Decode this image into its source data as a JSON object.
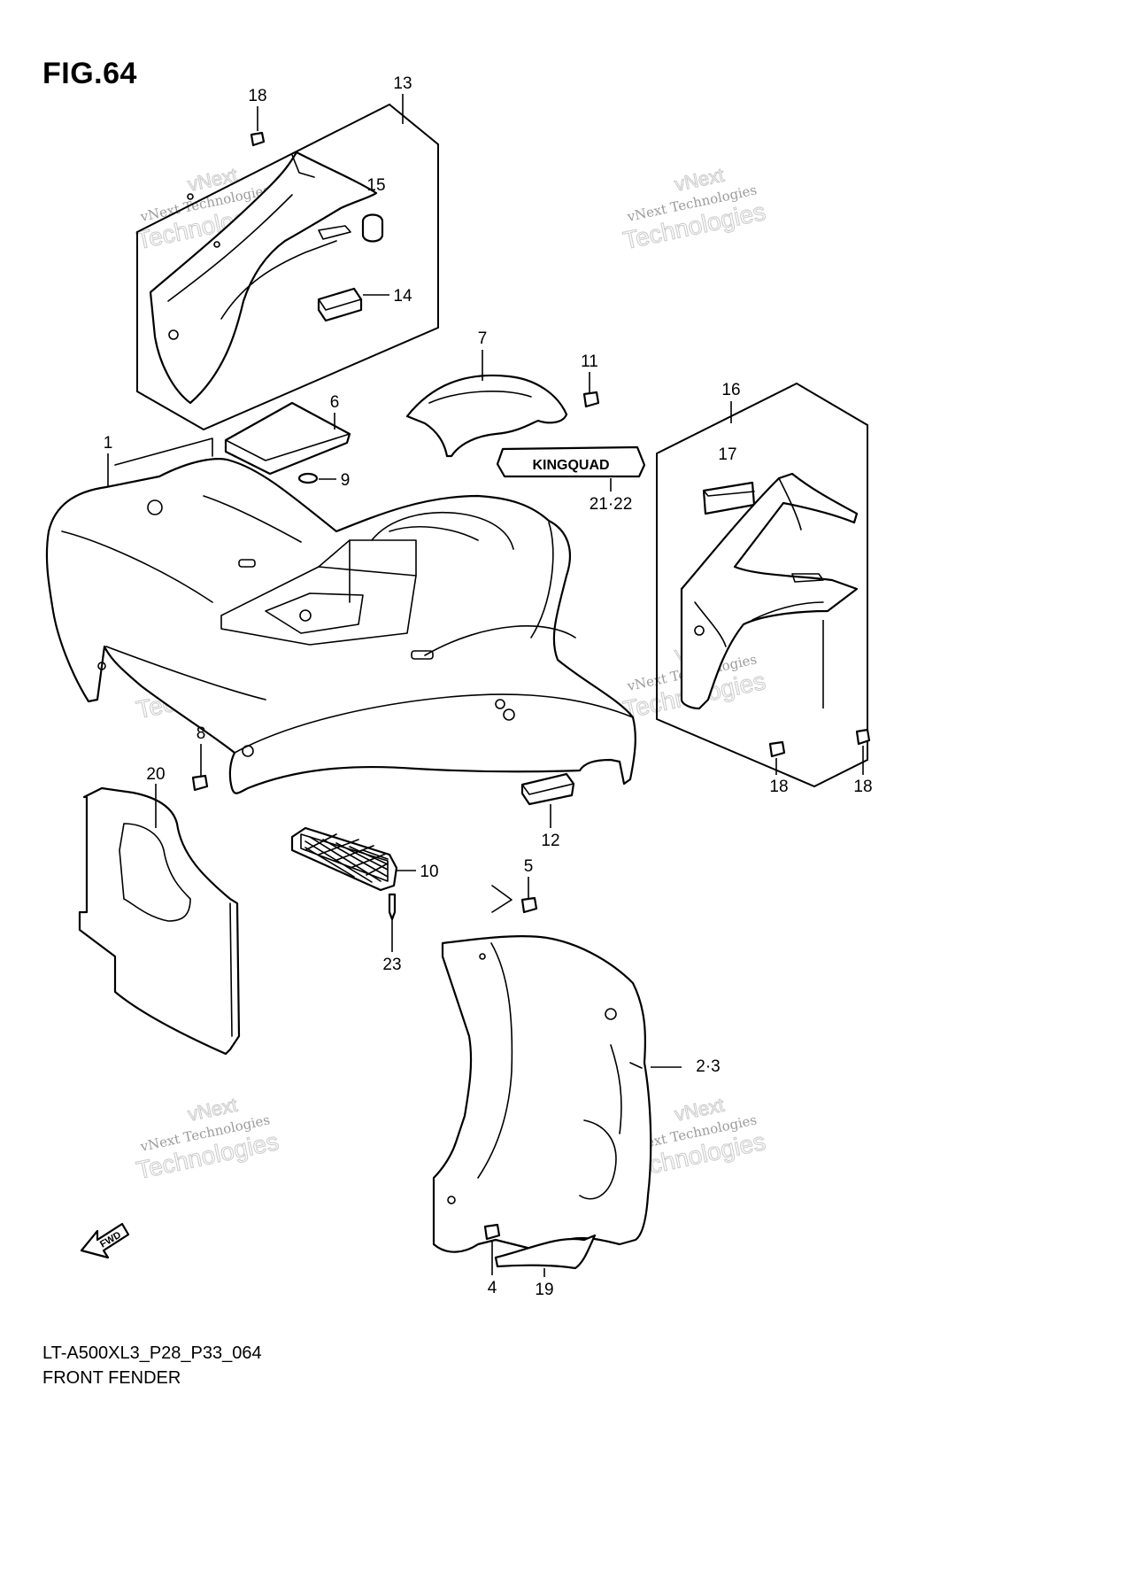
{
  "figure": {
    "title": "FIG.64",
    "model_code": "LT-A500XL3_P28_P33_064",
    "name": "FRONT FENDER"
  },
  "callouts": {
    "c1": "1",
    "c23": "2·3",
    "c4": "4",
    "c5": "5",
    "c6": "6",
    "c7": "7",
    "c8": "8",
    "c9": "9",
    "c10": "10",
    "c11": "11",
    "c12": "12",
    "c13": "13",
    "c14": "14",
    "c15": "15",
    "c16": "16",
    "c17": "17",
    "c18a": "18",
    "c18b": "18",
    "c18c": "18",
    "c19": "19",
    "c20": "20",
    "c2122": "21·22",
    "c23b": "23"
  },
  "decal_text": "KINGQUAD",
  "fwd_label": "FWD",
  "watermark": {
    "line1": "vNext Technologies",
    "line2": "Technologies",
    "line3": "vNext"
  }
}
